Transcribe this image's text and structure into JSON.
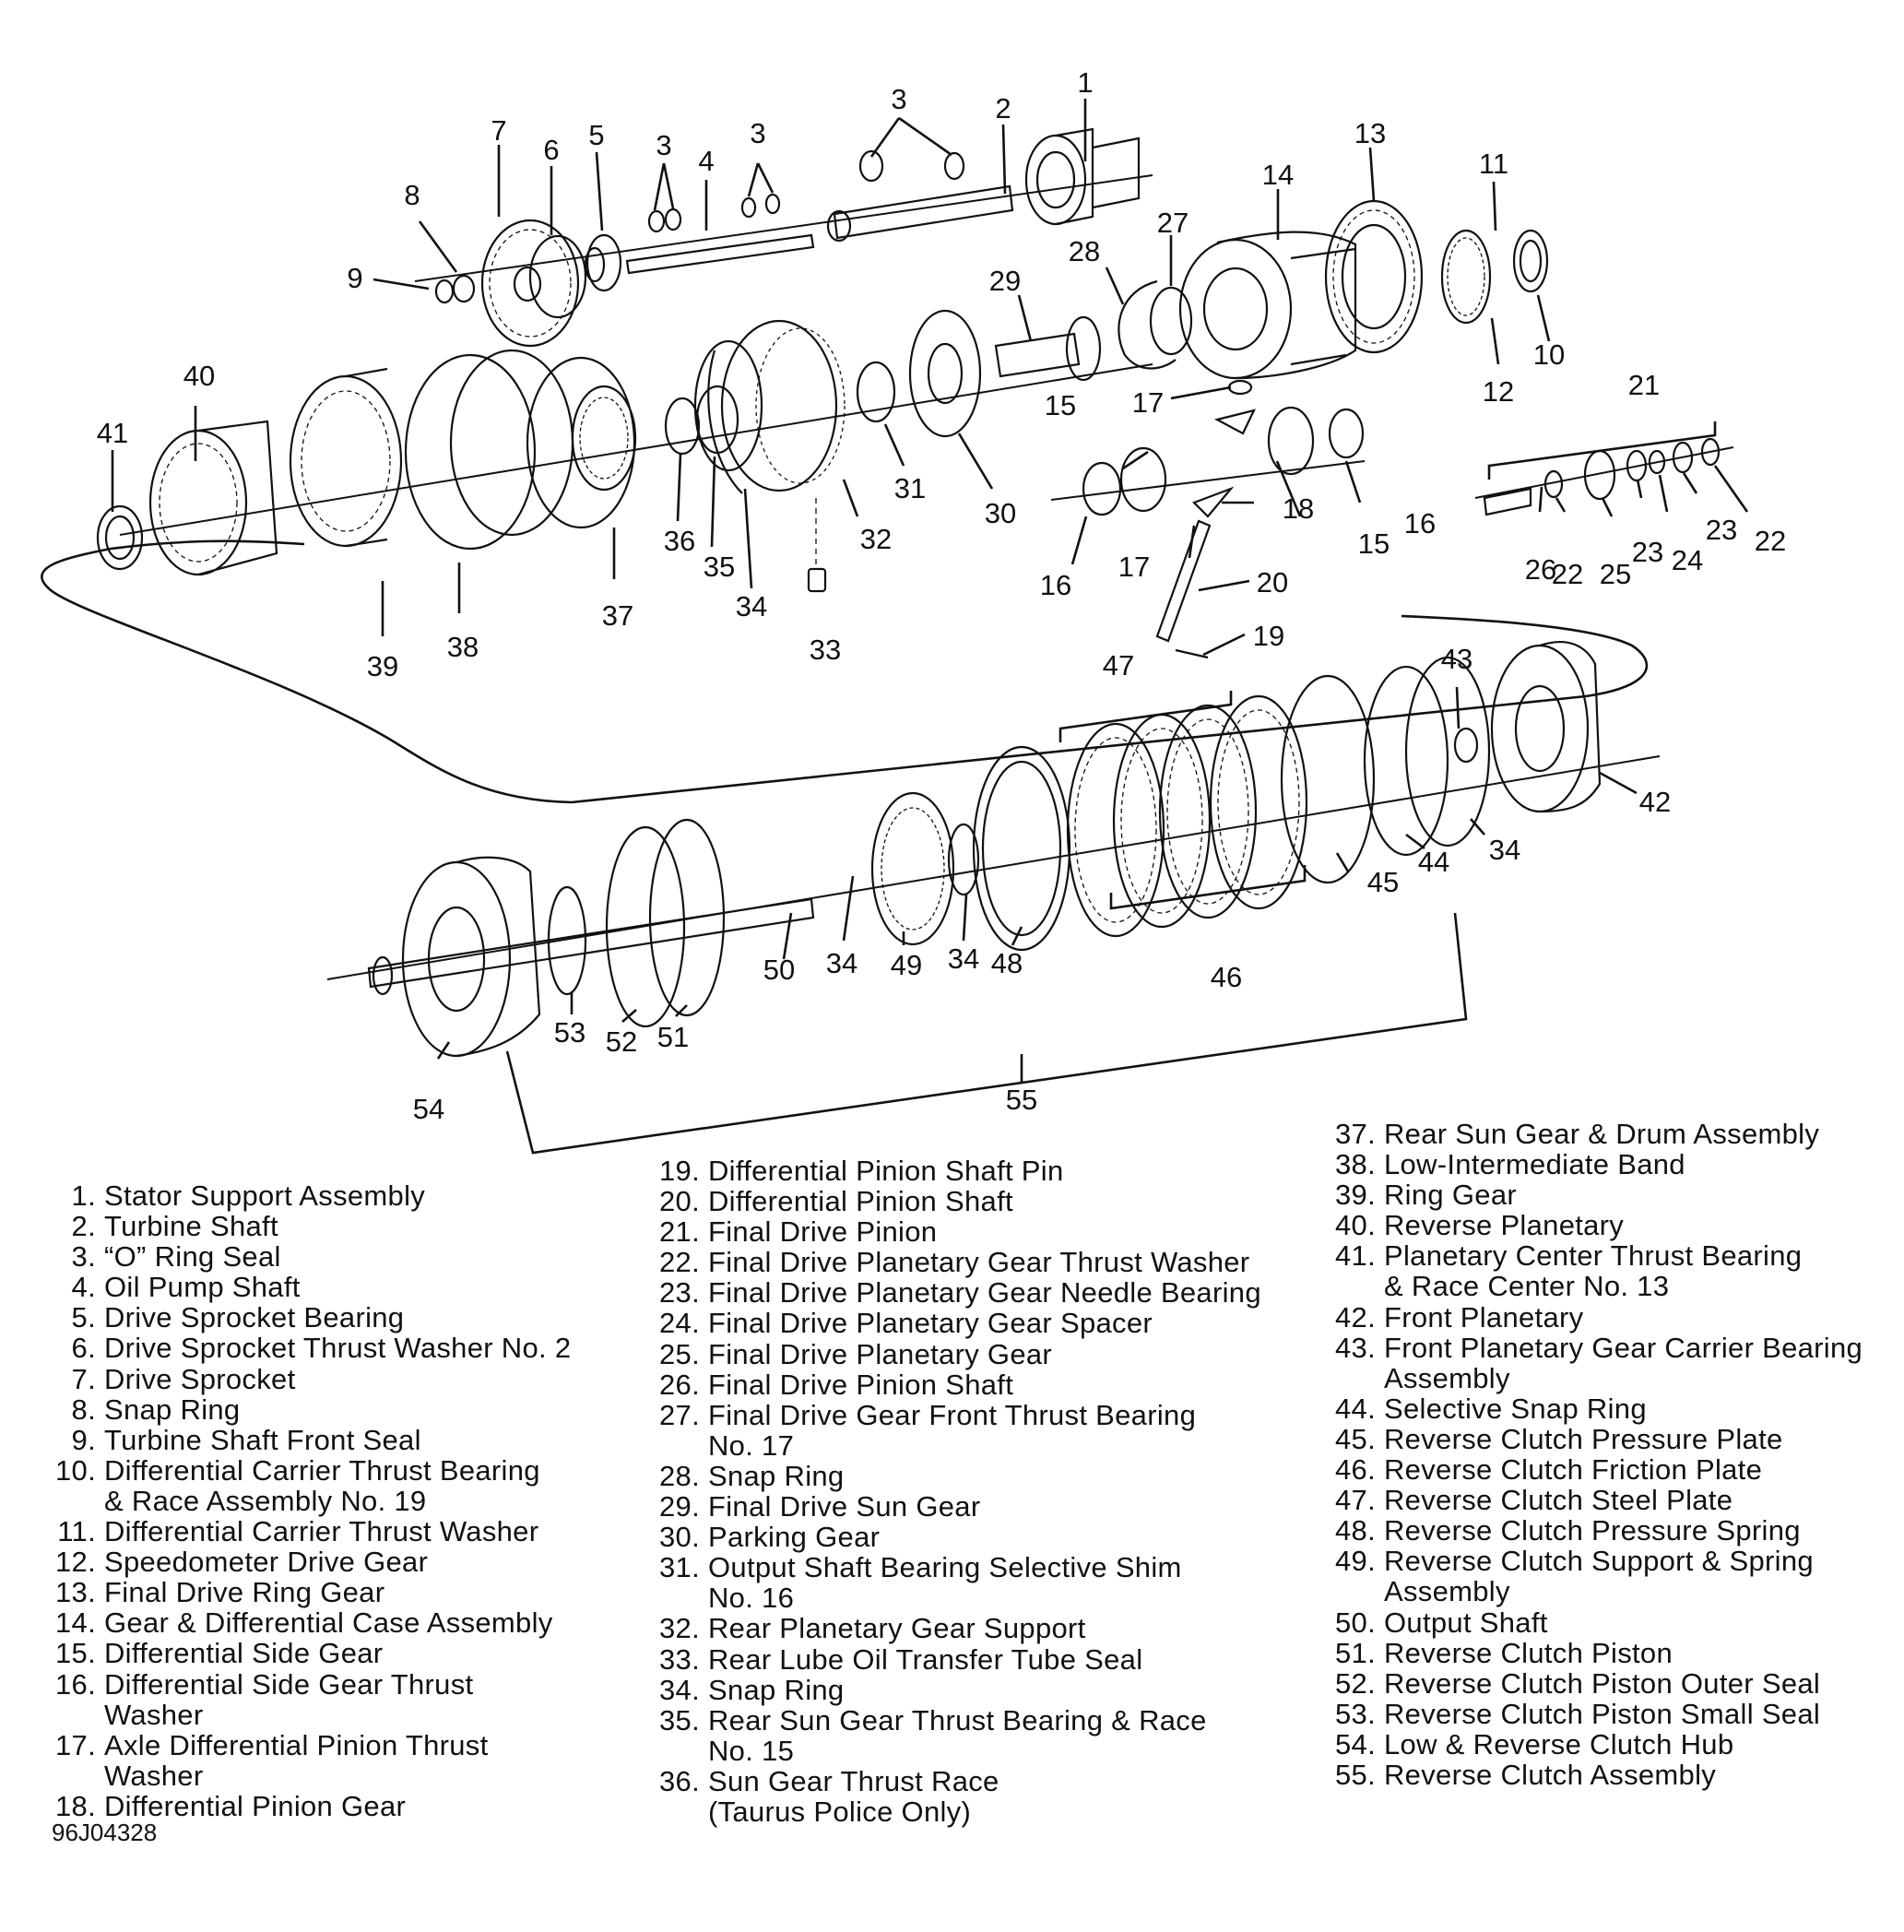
{
  "callouts": {
    "c1": "1",
    "c2": "2",
    "c3": "3",
    "c4": "4",
    "c5": "5",
    "c6": "6",
    "c7": "7",
    "c8": "8",
    "c9": "9",
    "c10": "10",
    "c11": "11",
    "c12": "12",
    "c13": "13",
    "c14": "14",
    "c15": "15",
    "c16": "16",
    "c17": "17",
    "c18": "18",
    "c19": "19",
    "c20": "20",
    "c21": "21",
    "c22": "22",
    "c23": "23",
    "c24": "24",
    "c25": "25",
    "c26": "26",
    "c27": "27",
    "c28": "28",
    "c29": "29",
    "c30": "30",
    "c31": "31",
    "c32": "32",
    "c33": "33",
    "c34": "34",
    "c35": "35",
    "c36": "36",
    "c37": "37",
    "c38": "38",
    "c39": "39",
    "c40": "40",
    "c41": "41",
    "c42": "42",
    "c43": "43",
    "c44": "44",
    "c45": "45",
    "c46": "46",
    "c47": "47",
    "c48": "48",
    "c49": "49",
    "c50": "50",
    "c51": "51",
    "c52": "52",
    "c53": "53",
    "c54": "54",
    "c55": "55"
  },
  "legend": {
    "col1": [
      {
        "n": "1.",
        "t": [
          "Stator Support Assembly"
        ]
      },
      {
        "n": "2.",
        "t": [
          "Turbine Shaft"
        ]
      },
      {
        "n": "3.",
        "t": [
          "“O” Ring Seal"
        ]
      },
      {
        "n": "4.",
        "t": [
          "Oil Pump Shaft"
        ]
      },
      {
        "n": "5.",
        "t": [
          "Drive Sprocket Bearing"
        ]
      },
      {
        "n": "6.",
        "t": [
          "Drive Sprocket Thrust Washer No. 2"
        ]
      },
      {
        "n": "7.",
        "t": [
          "Drive Sprocket"
        ]
      },
      {
        "n": "8.",
        "t": [
          "Snap Ring"
        ]
      },
      {
        "n": "9.",
        "t": [
          "Turbine Shaft Front Seal"
        ]
      },
      {
        "n": "10.",
        "t": [
          "Differential Carrier Thrust Bearing",
          "& Race Assembly No. 19"
        ]
      },
      {
        "n": "11.",
        "t": [
          "Differential Carrier Thrust Washer"
        ]
      },
      {
        "n": "12.",
        "t": [
          "Speedometer Drive Gear"
        ]
      },
      {
        "n": "13.",
        "t": [
          "Final Drive Ring Gear"
        ]
      },
      {
        "n": "14.",
        "t": [
          "Gear & Differential Case Assembly"
        ]
      },
      {
        "n": "15.",
        "t": [
          "Differential Side Gear"
        ]
      },
      {
        "n": "16.",
        "t": [
          "Differential Side Gear Thrust",
          "Washer"
        ]
      },
      {
        "n": "17.",
        "t": [
          "Axle Differential Pinion Thrust",
          "Washer"
        ]
      },
      {
        "n": "18.",
        "t": [
          "Differential Pinion Gear"
        ]
      }
    ],
    "col2": [
      {
        "n": "19.",
        "t": [
          "Differential Pinion Shaft Pin"
        ]
      },
      {
        "n": "20.",
        "t": [
          "Differential Pinion Shaft"
        ]
      },
      {
        "n": "21.",
        "t": [
          "Final Drive Pinion"
        ]
      },
      {
        "n": "22.",
        "t": [
          "Final Drive Planetary Gear Thrust Washer"
        ]
      },
      {
        "n": "23.",
        "t": [
          "Final Drive Planetary Gear Needle Bearing"
        ]
      },
      {
        "n": "24.",
        "t": [
          "Final Drive Planetary Gear Spacer"
        ]
      },
      {
        "n": "25.",
        "t": [
          "Final Drive Planetary Gear"
        ]
      },
      {
        "n": "26.",
        "t": [
          "Final Drive Pinion Shaft"
        ]
      },
      {
        "n": "27.",
        "t": [
          "Final Drive Gear Front Thrust Bearing",
          "No. 17"
        ]
      },
      {
        "n": "28.",
        "t": [
          "Snap Ring"
        ]
      },
      {
        "n": "29.",
        "t": [
          "Final Drive Sun Gear"
        ]
      },
      {
        "n": "30.",
        "t": [
          "Parking Gear"
        ]
      },
      {
        "n": "31.",
        "t": [
          "Output Shaft Bearing Selective Shim",
          "No. 16"
        ]
      },
      {
        "n": "32.",
        "t": [
          "Rear Planetary Gear Support"
        ]
      },
      {
        "n": "33.",
        "t": [
          "Rear Lube Oil Transfer Tube Seal"
        ]
      },
      {
        "n": "34.",
        "t": [
          "Snap Ring"
        ]
      },
      {
        "n": "35.",
        "t": [
          "Rear Sun Gear Thrust Bearing & Race",
          "No. 15"
        ]
      },
      {
        "n": "36.",
        "t": [
          "Sun Gear Thrust Race",
          "(Taurus Police Only)"
        ]
      }
    ],
    "col3": [
      {
        "n": "37.",
        "t": [
          "Rear Sun Gear & Drum Assembly"
        ]
      },
      {
        "n": "38.",
        "t": [
          "Low-Intermediate Band"
        ]
      },
      {
        "n": "39.",
        "t": [
          "Ring Gear"
        ]
      },
      {
        "n": "40.",
        "t": [
          "Reverse Planetary"
        ]
      },
      {
        "n": "41.",
        "t": [
          "Planetary Center Thrust Bearing",
          "& Race Center No. 13"
        ]
      },
      {
        "n": "42.",
        "t": [
          "Front Planetary"
        ]
      },
      {
        "n": "43.",
        "t": [
          "Front Planetary Gear Carrier Bearing",
          "Assembly"
        ]
      },
      {
        "n": "44.",
        "t": [
          "Selective Snap Ring"
        ]
      },
      {
        "n": "45.",
        "t": [
          "Reverse Clutch Pressure Plate"
        ]
      },
      {
        "n": "46.",
        "t": [
          "Reverse Clutch Friction Plate"
        ]
      },
      {
        "n": "47.",
        "t": [
          "Reverse Clutch Steel Plate"
        ]
      },
      {
        "n": "48.",
        "t": [
          "Reverse Clutch Pressure Spring"
        ]
      },
      {
        "n": "49.",
        "t": [
          "Reverse Clutch Support & Spring",
          "Assembly"
        ]
      },
      {
        "n": "50.",
        "t": [
          "Output Shaft"
        ]
      },
      {
        "n": "51.",
        "t": [
          "Reverse Clutch Piston"
        ]
      },
      {
        "n": "52.",
        "t": [
          "Reverse Clutch Piston Outer Seal"
        ]
      },
      {
        "n": "53.",
        "t": [
          "Reverse Clutch Piston Small Seal"
        ]
      },
      {
        "n": "54.",
        "t": [
          "Low & Reverse Clutch Hub"
        ]
      },
      {
        "n": "55.",
        "t": [
          "Reverse Clutch Assembly"
        ]
      }
    ]
  },
  "figure_code": "96J04328",
  "colors": {
    "ink": "#111111",
    "background": "#ffffff"
  }
}
